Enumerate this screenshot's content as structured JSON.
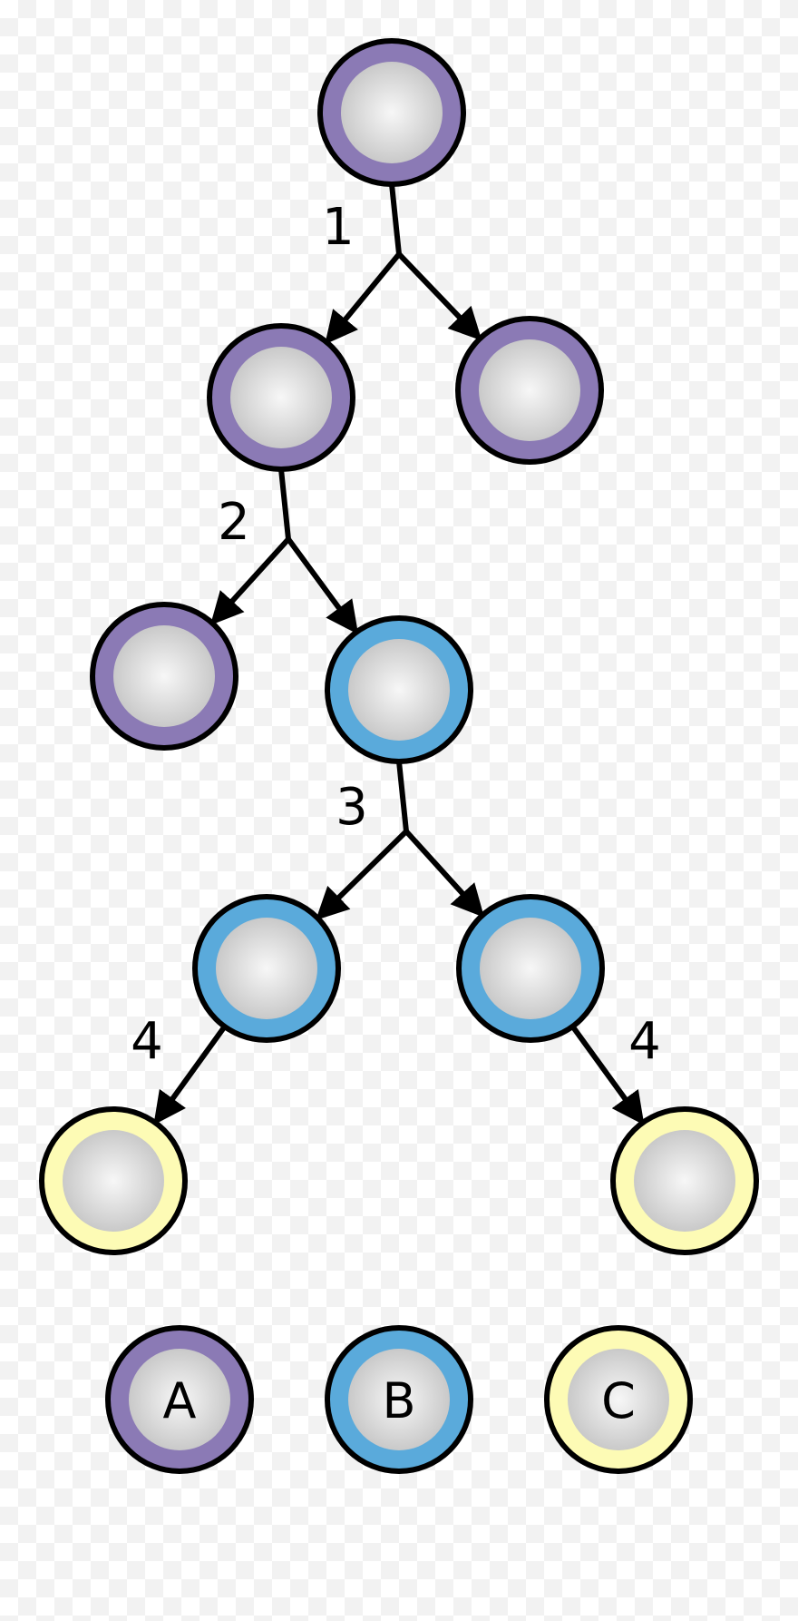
{
  "types": {
    "A": {
      "ring_color": "#8b7ab5"
    },
    "B": {
      "ring_color": "#5aaadb"
    },
    "C": {
      "ring_color": "#fdfbb5"
    }
  },
  "outline_color": "#000000",
  "core_gradient": [
    "#f7f7f7",
    "#c9c9c9"
  ],
  "tree": {
    "nodes": [
      {
        "id": "n0",
        "type": "A"
      },
      {
        "id": "n1",
        "type": "A"
      },
      {
        "id": "n2",
        "type": "A"
      },
      {
        "id": "n3",
        "type": "A"
      },
      {
        "id": "n4",
        "type": "B"
      },
      {
        "id": "n5",
        "type": "B"
      },
      {
        "id": "n6",
        "type": "B"
      },
      {
        "id": "n7",
        "type": "C"
      },
      {
        "id": "n8",
        "type": "C"
      }
    ],
    "divisions": [
      {
        "step": "1",
        "parent": "n0",
        "children": [
          "n1",
          "n2"
        ]
      },
      {
        "step": "2",
        "parent": "n1",
        "children": [
          "n3",
          "n4"
        ]
      },
      {
        "step": "3",
        "parent": "n4",
        "children": [
          "n5",
          "n6"
        ]
      },
      {
        "step": "4",
        "parent": "n5",
        "children": [
          "n7"
        ]
      },
      {
        "step": "4",
        "parent": "n6",
        "children": [
          "n8"
        ]
      }
    ]
  },
  "legend": [
    {
      "type": "A",
      "label": "A"
    },
    {
      "type": "B",
      "label": "B"
    },
    {
      "type": "C",
      "label": "C"
    }
  ]
}
